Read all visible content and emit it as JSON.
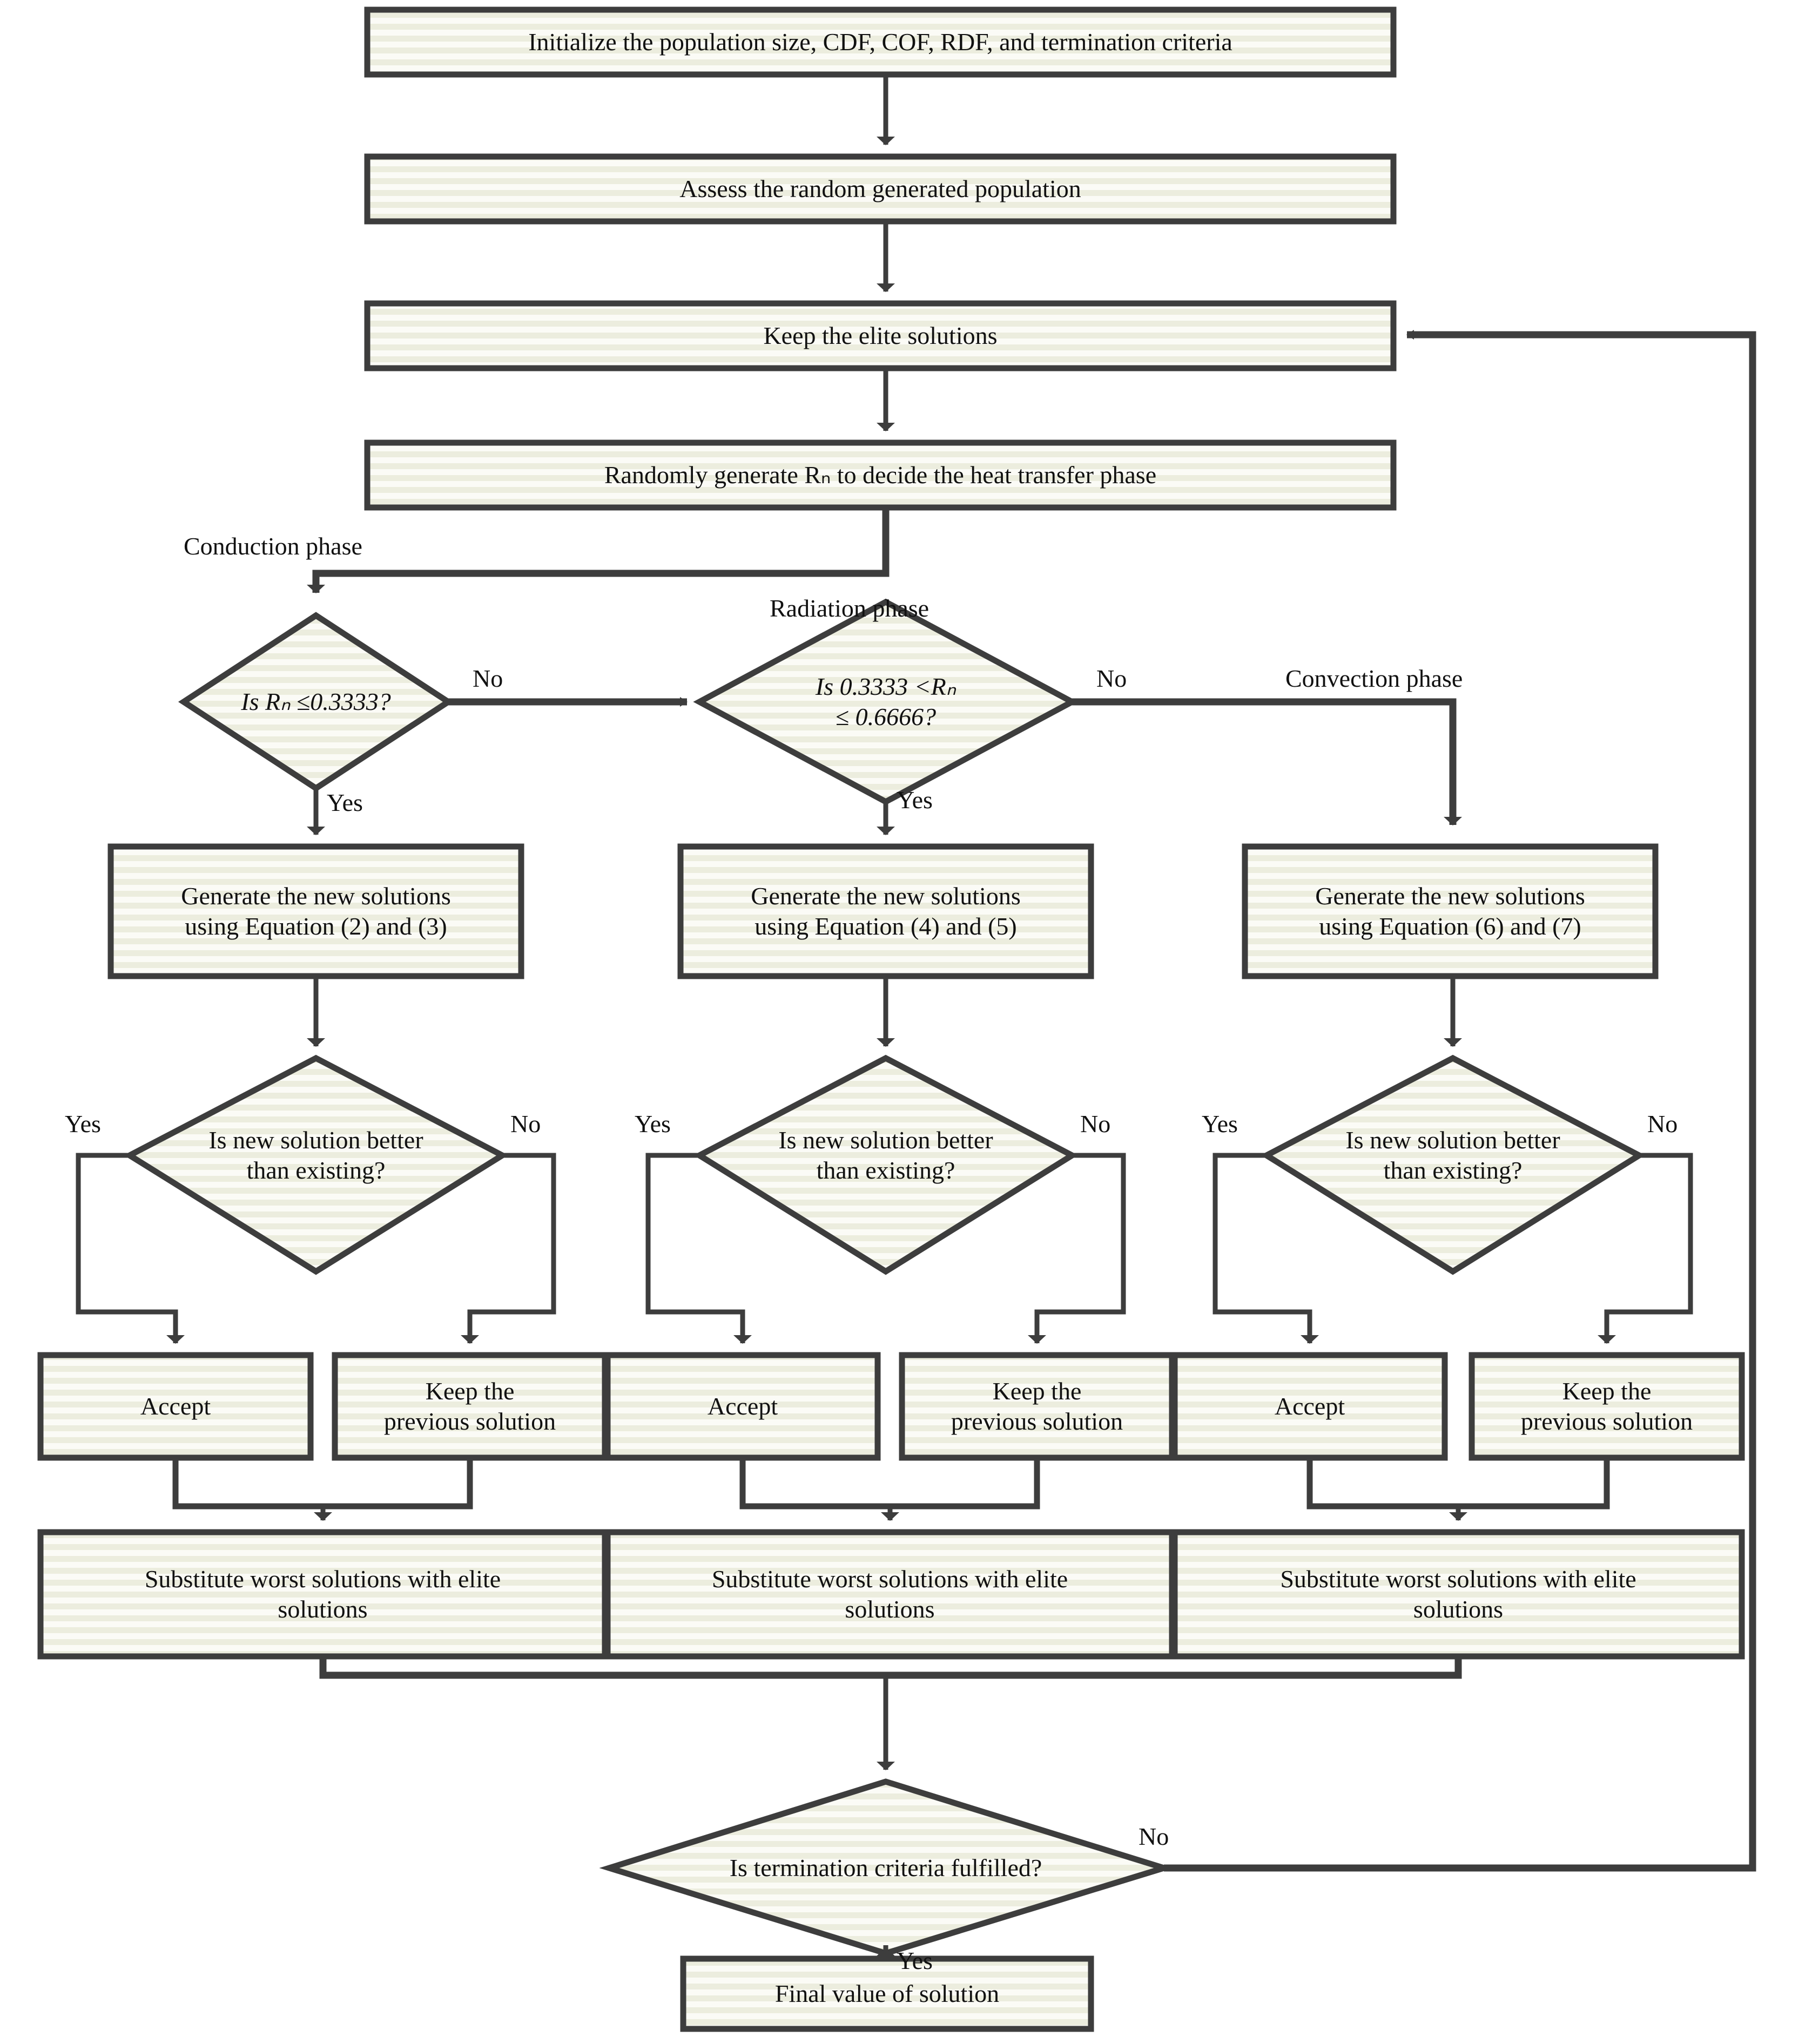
{
  "diagram": {
    "title": "Heat Transfer Search algorithm flowchart",
    "style": {
      "fill_light": "#fbfbf6",
      "fill_stripe": "#ecedde",
      "stroke": "#3d3d3d",
      "text": "#111111",
      "background": "#ffffff"
    }
  },
  "nodes": {
    "initialize": {
      "label": "Initialize the population size, CDF, COF, RDF, and termination criteria",
      "shape": "rectangle"
    },
    "assess": {
      "label": "Assess the random generated population",
      "shape": "rectangle"
    },
    "keep_elite": {
      "label": "Keep the elite solutions",
      "shape": "rectangle"
    },
    "random_rn": {
      "label": "Randomly generate Rₙ to decide the heat transfer phase",
      "shape": "rectangle"
    },
    "decide_conduction": {
      "label": "Is Rₙ ≤0.3333?",
      "shape": "diamond"
    },
    "decide_radiation": {
      "label": "Is 0.3333 <Rₙ\n≤ 0.6666?",
      "shape": "diamond"
    },
    "gen_cond": {
      "label": "Generate the new solutions\nusing Equation (2) and (3)",
      "shape": "rectangle"
    },
    "gen_rad": {
      "label": "Generate the new solutions\nusing Equation (4) and (5)",
      "shape": "rectangle"
    },
    "gen_conv": {
      "label": "Generate the new solutions\nusing Equation (6) and (7)",
      "shape": "rectangle"
    },
    "better_cond": {
      "label": "Is new solution better\nthan existing?",
      "shape": "diamond"
    },
    "better_rad": {
      "label": "Is new solution better\nthan existing?",
      "shape": "diamond"
    },
    "better_conv": {
      "label": "Is new solution better\nthan existing?",
      "shape": "diamond"
    },
    "accept_cond": {
      "label": "Accept",
      "shape": "rectangle"
    },
    "keep_prev_cond": {
      "label": "Keep the\nprevious solution",
      "shape": "rectangle"
    },
    "accept_rad": {
      "label": "Accept",
      "shape": "rectangle"
    },
    "keep_prev_rad": {
      "label": "Keep the\nprevious solution",
      "shape": "rectangle"
    },
    "accept_conv": {
      "label": "Accept",
      "shape": "rectangle"
    },
    "keep_prev_conv": {
      "label": "Keep the\nprevious solution",
      "shape": "rectangle"
    },
    "subst_cond": {
      "label": "Substitute worst solutions with elite\nsolutions",
      "shape": "rectangle"
    },
    "subst_rad": {
      "label": "Substitute worst solutions with elite\nsolutions",
      "shape": "rectangle"
    },
    "subst_conv": {
      "label": "Substitute worst solutions with elite\nsolutions",
      "shape": "rectangle"
    },
    "termination": {
      "label": "Is termination criteria fulfilled?",
      "shape": "diamond"
    },
    "final": {
      "label": "Final value of solution",
      "shape": "rectangle"
    }
  },
  "edge_labels": {
    "conduction_phase": "Conduction phase",
    "radiation_phase": "Radiation phase",
    "convection_phase": "Convection phase",
    "no_cond": "No",
    "yes_cond": "Yes",
    "no_rad": "No",
    "yes_rad": "Yes",
    "yes_better_cond": "Yes",
    "no_better_cond": "No",
    "yes_better_rad": "Yes",
    "no_better_rad": "No",
    "yes_better_conv": "Yes",
    "no_better_conv": "No",
    "no_termination": "No",
    "yes_termination": "Yes"
  }
}
